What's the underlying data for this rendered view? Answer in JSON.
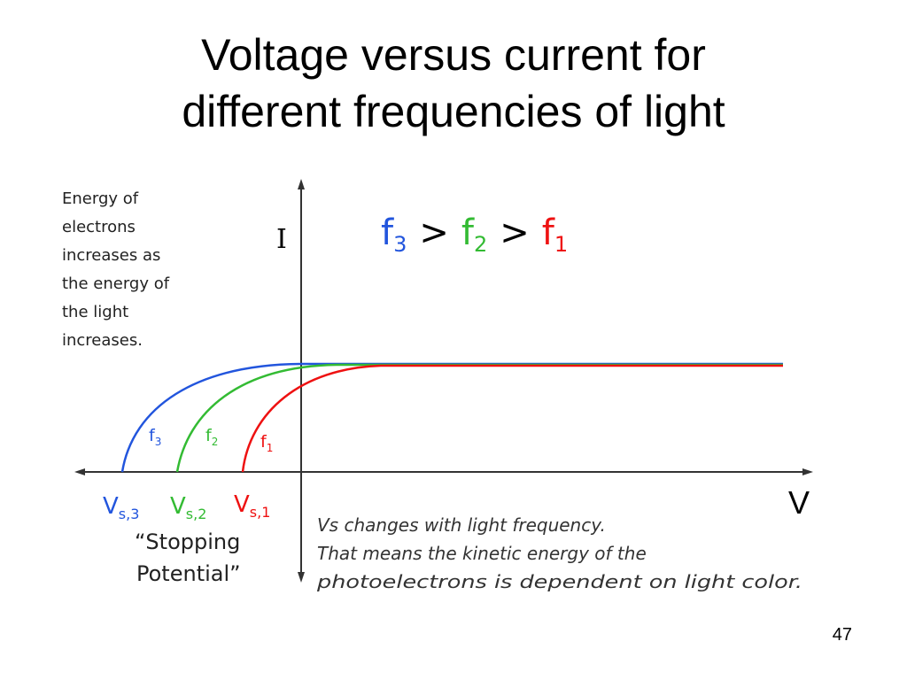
{
  "slide": {
    "title_line1": "Voltage versus current for",
    "title_line2": "different frequencies of light",
    "page_number": "47"
  },
  "axes": {
    "y_label": "I",
    "x_label": "V"
  },
  "side_note": {
    "lines": [
      "Energy of",
      "electrons",
      "increases as",
      "the energy of",
      "the light",
      "increases."
    ]
  },
  "ordering": {
    "f3": "f",
    "f3_sub": "3",
    "gt1": ">",
    "f2": "f",
    "f2_sub": "2",
    "gt2": ">",
    "f1": "f",
    "f1_sub": "1"
  },
  "curves": [
    {
      "id": "f3",
      "label": "f",
      "sub": "3",
      "color": "#2255dd"
    },
    {
      "id": "f2",
      "label": "f",
      "sub": "2",
      "color": "#33bb33"
    },
    {
      "id": "f1",
      "label": "f",
      "sub": "1",
      "color": "#ee1111"
    }
  ],
  "stopping": {
    "vs3": "V",
    "vs3_sub": "s,3",
    "vs2": "V",
    "vs2_sub": "s,2",
    "vs1": "V",
    "vs1_sub": "s,1",
    "caption_line1": "“Stopping",
    "caption_line2": "Potential”"
  },
  "bottom_note": {
    "lines": [
      "Vs changes with light frequency.",
      "That means the kinetic energy of the",
      "photoelectrons is dependent on light color."
    ]
  },
  "colors": {
    "f3": "#2255dd",
    "f2": "#33bb33",
    "f1": "#ee1111",
    "axis": "#333333"
  }
}
